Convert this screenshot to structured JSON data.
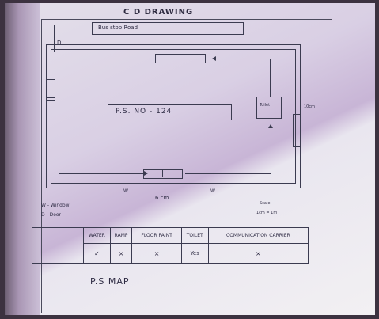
{
  "heading": "C D DRAWING",
  "strip_label": "Bus stop Road",
  "door_mark": "D",
  "ps_label": "P.S. NO - 124",
  "toilet_label": "Toilet",
  "wall_right": "10cm",
  "window_marks": [
    "W",
    "W"
  ],
  "bottom_width": "6 cm",
  "legend": [
    "W - Window",
    "D - Door"
  ],
  "scale": {
    "label": "Scale",
    "value": "1cm = 1m"
  },
  "table": {
    "headers": [
      "WATER",
      "RAMP",
      "FLOOR PAINT",
      "TOILET",
      "COMMUNICATION CARRIER"
    ],
    "values": [
      "✓",
      "×",
      "×",
      "Yes",
      "×"
    ]
  },
  "map_title": "P.S MAP"
}
